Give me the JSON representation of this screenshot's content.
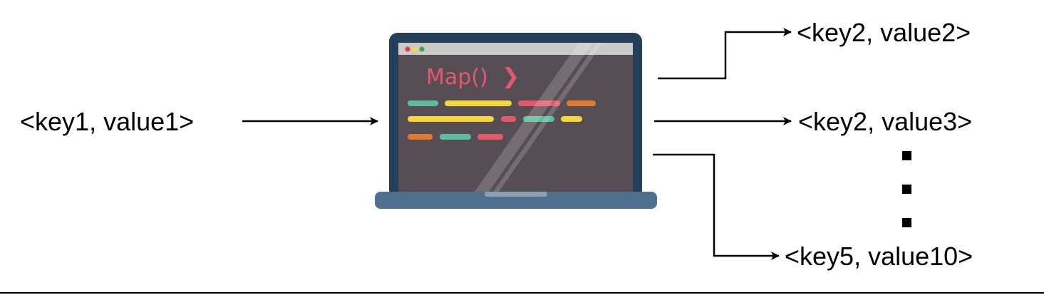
{
  "input": {
    "label": "<key1, value1>"
  },
  "map_function": {
    "label": "Map()",
    "chevron": "❯",
    "icon": "laptop-icon",
    "window_dots": [
      "#e53935",
      "#fdd835",
      "#43a047"
    ],
    "code_colors": {
      "teal": "#5cbf9b",
      "yellow": "#f5d63d",
      "pink": "#e5586c",
      "orange": "#e07b2e"
    },
    "screen_color": "#564e54",
    "frame_color": "#243f5a",
    "base_color": "#4e6f8d",
    "accent_color": "#e5586c"
  },
  "outputs": [
    {
      "label": "<key2, value2>"
    },
    {
      "label": "<key2, value3>"
    },
    {
      "label": "<key5, value10>"
    }
  ],
  "ellipsis": "⋮"
}
